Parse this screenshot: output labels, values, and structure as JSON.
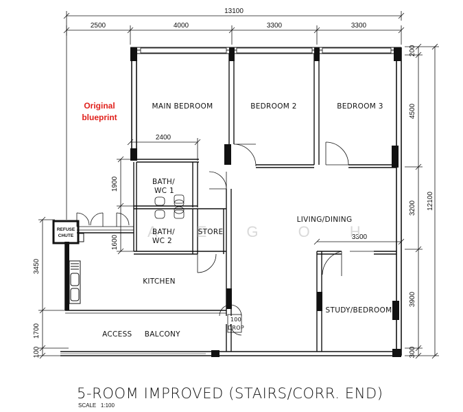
{
  "plan": {
    "title": "5-ROOM IMPROVED (STAIRS/CORR. END)",
    "scale": "SCALE   1:100",
    "note": [
      "Original",
      "blueprint"
    ],
    "watermark": "A E  G O H"
  },
  "rooms": {
    "main_bedroom": "MAIN BEDROOM",
    "bedroom_2": "BEDROOM 2",
    "bedroom_3": "BEDROOM 3",
    "bath_wc1": [
      "BATH/",
      "WC 1"
    ],
    "bath_wc2": [
      "BATH/",
      "WC 2"
    ],
    "store": "STORE",
    "living_dining": "LIVING/DINING",
    "kitchen": "KITCHEN",
    "study_bedroom": "STUDY/BEDROOM",
    "access_balcony": "ACCESS     BALCONY",
    "refuse_chute": [
      "REFUSE",
      "CHUTE"
    ],
    "drop": "DROP"
  },
  "dimensions": {
    "overall_width": "13100",
    "top_segments": [
      "2500",
      "4000",
      "3300",
      "3300"
    ],
    "bath_width": "2400",
    "study_width": "3300",
    "right_total": "12100",
    "right_segments": [
      "200",
      "4500",
      "3200",
      "3900",
      "300"
    ],
    "left_bath1": "1900",
    "left_bath2": "1600",
    "left_kitchen": "3450",
    "left_balcony": "1700",
    "left_bottom": "100",
    "drop_size": "100"
  }
}
